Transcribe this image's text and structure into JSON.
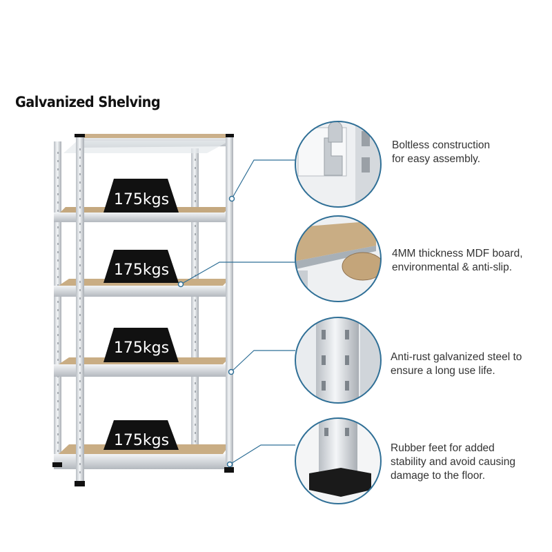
{
  "title": "Galvanized Shelving",
  "load_label": "175kgs",
  "features": [
    {
      "lines": [
        "Boltless construction",
        "for easy assembly."
      ],
      "detail": "hook-slot-icon"
    },
    {
      "lines": [
        "4MM thickness MDF board,",
        "environmental & anti-slip."
      ],
      "detail": "mdf-board-icon"
    },
    {
      "lines": [
        "Anti-rust galvanized steel to",
        "ensure a long use life."
      ],
      "detail": "steel-upright-icon"
    },
    {
      "lines": [
        "Rubber feet for added",
        "stability and avoid causing",
        "damage to the floor."
      ],
      "detail": "rubber-foot-icon"
    }
  ],
  "colors": {
    "accent": "#2f6f96",
    "board": "#c9ad84",
    "steel": "#d9dde1",
    "label_bg": "#111111"
  }
}
